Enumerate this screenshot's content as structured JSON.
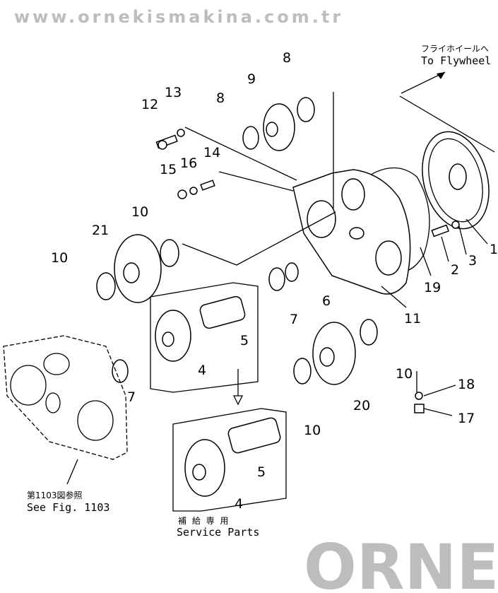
{
  "title_note": {
    "jp": "フライホイールへ",
    "en": "To Flywheel"
  },
  "see_fig": {
    "jp": "第1103図参照",
    "en": "See Fig. 1103"
  },
  "service_parts": {
    "jp": "補 給 専 用",
    "en": "Service Parts"
  },
  "watermark": {
    "logo": "ORNEK",
    "url": "www.ornekismakina.com.tr"
  },
  "callouts": [
    "1",
    "2",
    "3",
    "4",
    "5",
    "6",
    "7",
    "8",
    "9",
    "10",
    "11",
    "12",
    "13",
    "14",
    "15",
    "16",
    "17",
    "18",
    "19",
    "20",
    "21"
  ]
}
